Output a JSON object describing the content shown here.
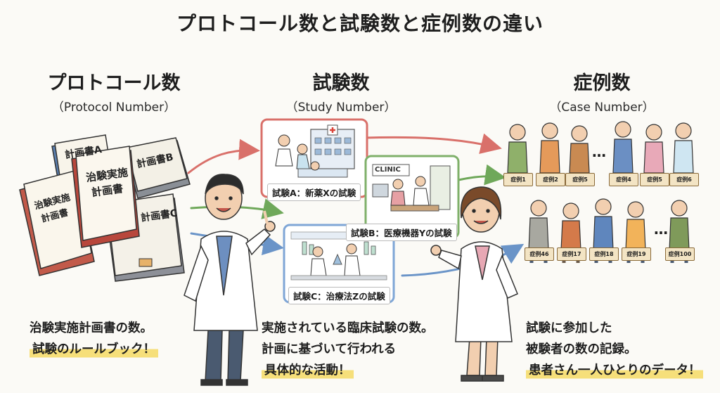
{
  "title": "プロトコール数と試験数と症例数の違い",
  "columns": {
    "protocol": {
      "heading": "プロトコール数",
      "subheading": "（Protocol Number）"
    },
    "study": {
      "heading": "試験数",
      "subheading": "（Study Number）"
    },
    "case": {
      "heading": "症例数",
      "subheading": "（Case Number）"
    }
  },
  "books": {
    "a": "計画書A",
    "b": "計画書B",
    "c": "計画書C",
    "main_line1": "治験実施",
    "main_line2": "計画書",
    "back_line1": "治験実施",
    "back_line2": "計画書"
  },
  "studies": {
    "a_label": "試験A：新薬Xの試験",
    "b_label": "試験B：医療機器Yの試験",
    "c_label": "試験C：治療法Zの試験",
    "clinic_sign": "CLINIC"
  },
  "cases": {
    "tags_row1": [
      "症例1",
      "症例2",
      "症例5",
      "症例4",
      "症例5",
      "症例6"
    ],
    "tags_row2": [
      "症例46",
      "症例17",
      "症例18",
      "症例19",
      "症例100"
    ],
    "ellipsis": "…"
  },
  "descriptions": {
    "protocol": {
      "line1": "治験実施計画書の数。",
      "line2": "試験のルールブック！"
    },
    "study": {
      "line1": "実施されている臨床試験の数。",
      "line2": "計画に基づいて行われる",
      "line3": "具体的な活動！"
    },
    "case": {
      "line1": "試験に参加した",
      "line2": "被験者の数の記録。",
      "line3": "患者さん一人ひとりのデータ！"
    }
  },
  "colors": {
    "arrow_red": "#d9706a",
    "arrow_green": "#6fa85a",
    "arrow_blue": "#6a94c8",
    "frame_red": "#d9706a",
    "frame_green": "#7fb06a",
    "frame_blue": "#7fa6d6",
    "highlight": "#f6df7a"
  }
}
